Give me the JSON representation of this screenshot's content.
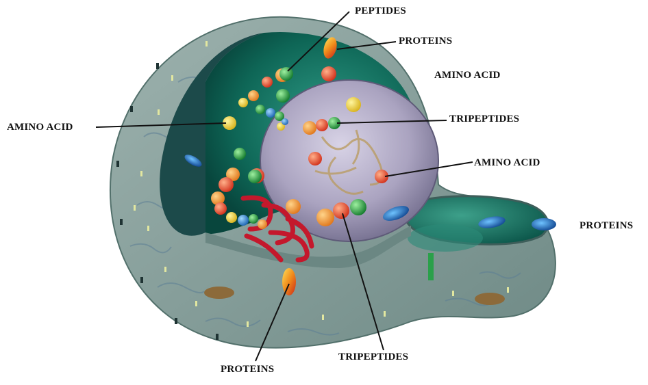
{
  "labels": {
    "peptides_top": "PEPTIDES",
    "proteins_top": "PROTEINS",
    "amino_acid_top": "AMINO ACID",
    "amino_acid_left": "AMINO ACID",
    "tripeptides_right": "TRIPEPTIDES",
    "amino_acid_right": "AMINO ACID",
    "proteins_right": "PROTEINS",
    "proteins_bottom": "PROTEINS",
    "tripeptides_bottom": "TRIPEPTIDES"
  },
  "colors": {
    "outer_membrane": "#8fa3a0",
    "cytoplasm": "#0f6e5c",
    "nucleus": "#b8b3cc",
    "er_red": "#c4182c",
    "leader_line": "#111111"
  }
}
